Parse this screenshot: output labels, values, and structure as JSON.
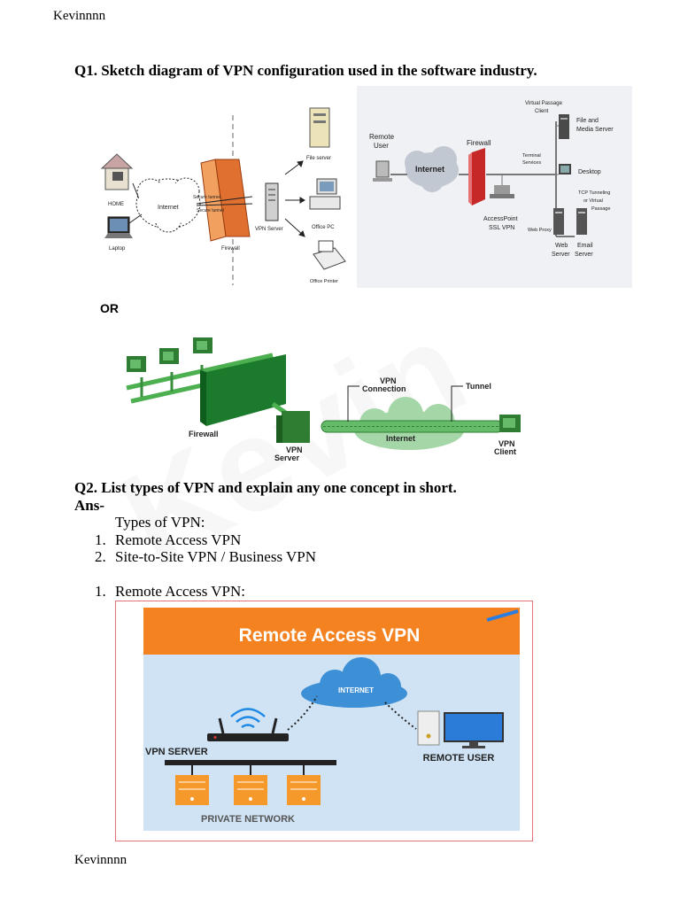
{
  "header": {
    "author": "Kevinnnn"
  },
  "footer": {
    "author": "Kevinnnn"
  },
  "watermark": "Kevin",
  "q1": {
    "title": "Q1. Sketch diagram of VPN configuration used in the software industry."
  },
  "diagram1": {
    "labels": {
      "home": "HOME",
      "laptop": "Laptop",
      "internet": "Internet",
      "firewall": "Firewall",
      "vpn_server": "VPN Server",
      "file_server": "File server",
      "office_pc": "Office PC",
      "office_printer": "Office Printer",
      "tunnel1": "Secure tunnel",
      "tunnel2": "Secure tunnel"
    }
  },
  "diagram2": {
    "labels": {
      "remote_user_1": "Remote",
      "remote_user_2": "User",
      "internet": "Internet",
      "firewall": "Firewall",
      "vpc_1": "Virtual Passage",
      "vpc_2": "Client",
      "file_media_1": "File and",
      "file_media_2": "Media Server",
      "terminal_1": "Terminal",
      "terminal_2": "Services",
      "desktop": "Desktop",
      "tcp_1": "TCP Tunneling",
      "tcp_2": "or Virtual",
      "tcp_3": "Passage",
      "access_1": "AccessPoint",
      "access_2": "SSL VPN",
      "web_proxy": "Web Proxy",
      "web_1": "Web",
      "web_2": "Server",
      "email_1": "Email",
      "email_2": "Server"
    }
  },
  "or_label": "OR",
  "diagram3": {
    "labels": {
      "vpn_conn_1": "VPN",
      "vpn_conn_2": "Connection",
      "tunnel": "Tunnel",
      "internet": "Internet",
      "firewall": "Firewall",
      "vpn_server_1": "VPN",
      "vpn_server_2": "Server",
      "vpn_client_1": "VPN",
      "vpn_client_2": "Client"
    }
  },
  "q2": {
    "title": "Q2. List types of VPN and explain any one concept in short.",
    "ans": "Ans-",
    "types_heading": "Types of VPN:",
    "types": [
      {
        "num": "1.",
        "text": "Remote Access VPN"
      },
      {
        "num": "2.",
        "text": "Site-to-Site VPN / Business VPN"
      }
    ],
    "section": {
      "num": "1.",
      "text": "Remote Access VPN:"
    }
  },
  "diagram4": {
    "title": "Remote Access VPN",
    "internet": "INTERNET",
    "vpn_server": "VPN SERVER",
    "remote_user": "REMOTE USER",
    "private_network": "PRIVATE NETWORK"
  }
}
